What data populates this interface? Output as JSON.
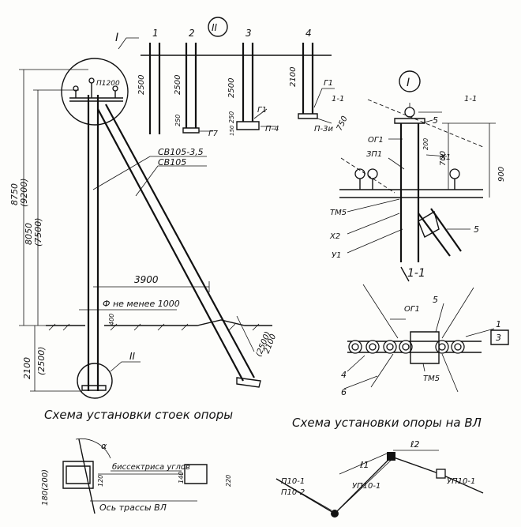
{
  "labels": {
    "roman_1": "I",
    "roman_2": "II",
    "roman_1_circle": "I",
    "roman_2_small": "II",
    "stand_nums": [
      "1",
      "2",
      "3",
      "4"
    ],
    "dim_2500_a": "2500",
    "dim_2500_b": "2500",
    "dim_2500_c": "2500",
    "dim_2100": "2100",
    "dim_250_a": "250",
    "dim_250_b": "250",
    "dim_150": "150",
    "g1_a": "Г1",
    "g1_b": "Г1",
    "g7": "Г7",
    "p4": "П-4",
    "p3u": "П-3и",
    "sec_1_1_a": "1-1",
    "sec_1_1_b": "1-1",
    "sec_1_1_c": "1-1",
    "p1200": "П1200",
    "dim_8750": "8750",
    "dim_9200": "(9200)",
    "dim_8050": "8050",
    "dim_7500": "(7500)",
    "sv1": "СВ105-3,5",
    "sv2": "СВ105",
    "dim_3900": "3900",
    "phi": "Ф не менее 1000",
    "dim_400": "400",
    "dim_2100_b": "2100",
    "dim_2500_d": "(2500)",
    "dim_2100_c": "2100",
    "dim_2500_e": "(2500)",
    "dim_750": "750",
    "og1": "ОГ1",
    "zp1": "ЗП1",
    "tm5": "ТМ5",
    "x2": "Х2",
    "u1": "У1",
    "x1": "Х1",
    "dim_200": "200",
    "dim_700": "700",
    "dim_900": "900",
    "n5_a": "5",
    "n5_b": "5",
    "og1_b": "ОГ1",
    "n5_c": "5",
    "n1": "1",
    "n3": "3",
    "n4": "4",
    "n6": "6",
    "tm5_b": "ТМ5",
    "caption_left": "Схема установки стоек опоры",
    "caption_right": "Схема установки опоры на ВЛ",
    "dim_180": "180(200)",
    "bisect": "биссектриса углов",
    "dim_120": "120",
    "dim_140": "140",
    "dim_220": "220",
    "axis": "Ось трассы ВЛ",
    "angle_a": "α",
    "l1": "ℓ1",
    "l2": "ℓ2",
    "up10_a": "УП10-1",
    "up10_b": "УП10-1",
    "p10_1": "П10-1",
    "p10_2": "П10-2"
  }
}
